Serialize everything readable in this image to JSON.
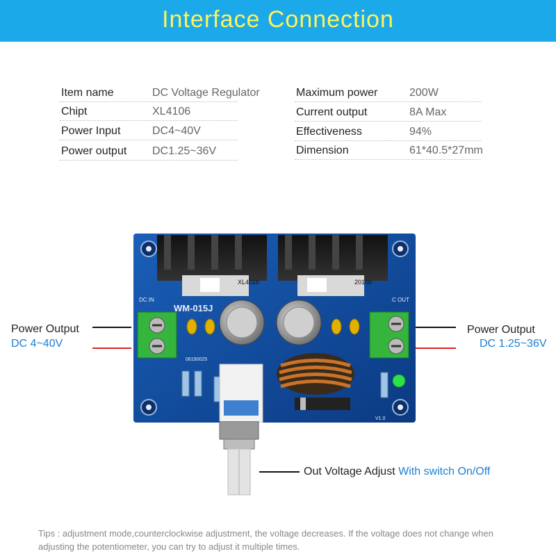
{
  "header": {
    "title": "Interface  Connection"
  },
  "specs": {
    "left": [
      {
        "label": "Item name",
        "value": "DC Voltage Regulator"
      },
      {
        "label": "Chipt",
        "value": "XL4106"
      },
      {
        "label": "Power Input",
        "value": "DC4~40V"
      },
      {
        "label": "Power output",
        "value": "DC1.25~36V"
      }
    ],
    "right": [
      {
        "label": "Maximum power",
        "value": "200W"
      },
      {
        "label": "Current output",
        "value": "8A Max"
      },
      {
        "label": "Effectiveness",
        "value": "94%"
      },
      {
        "label": "Dimension",
        "value": "61*40.5*27mm"
      }
    ]
  },
  "board": {
    "chip_left": "XL4016",
    "chip_right": "20100",
    "model": "WM-015J",
    "serial": "06190025",
    "in_label": "DC IN",
    "out_label": "C OUT",
    "version": "V1.0"
  },
  "callouts": {
    "left_title": "Power Output",
    "left_sub": "DC 4~40V",
    "right_title": "Power Output",
    "right_sub": "DC 1.25~36V",
    "adjust_label": "Out Voltage Adjust",
    "adjust_highlight": "With switch On/Off"
  },
  "tips": "Tips : adjustment mode,counterclockwise adjustment, the voltage decreases. If the voltage does not change when adjusting the potentiometer, you can try to adjust it multiple times.",
  "colors": {
    "banner": "#1ba9ea",
    "title": "#fff35a",
    "accent_blue": "#1a7fd4",
    "red_wire": "#e02020",
    "board_blue": "#0d3f8a"
  }
}
